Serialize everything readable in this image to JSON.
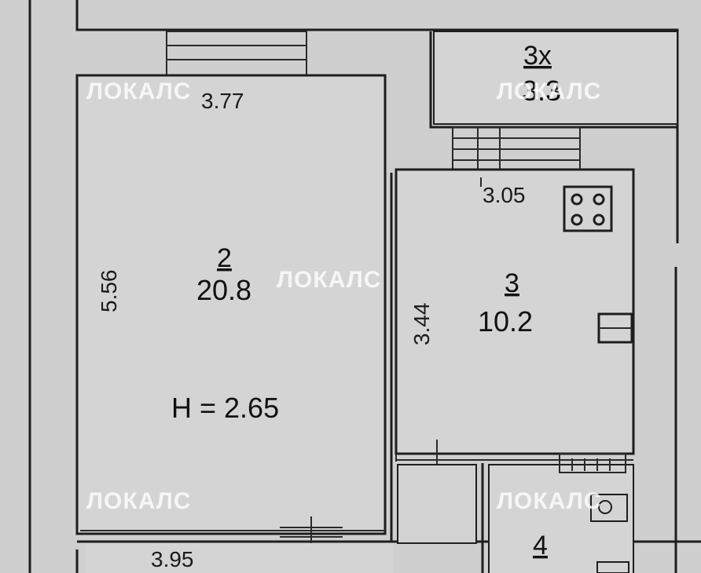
{
  "rooms": [
    {
      "number": "2",
      "area": "20.8"
    },
    {
      "number": "3",
      "area": "10.2"
    },
    {
      "number": "3х",
      "area": "3.3"
    },
    {
      "number": "4",
      "area": ""
    }
  ],
  "dimensions": {
    "room2_top": "3.77",
    "room2_side": "5.56",
    "room2_bottom": "3.95",
    "room3_top": "3.05",
    "room3_side": "3.44"
  },
  "ceiling_height": "H = 2.65",
  "watermark": "ЛОКАЛС",
  "colors": {
    "paper": "#cfcfcf",
    "room": "#d4d4d4",
    "wall": "#1e1e1e",
    "watermark": "#ffffff"
  },
  "fixtures": [
    "stove-icon",
    "sink-icon",
    "toilet-icon"
  ]
}
